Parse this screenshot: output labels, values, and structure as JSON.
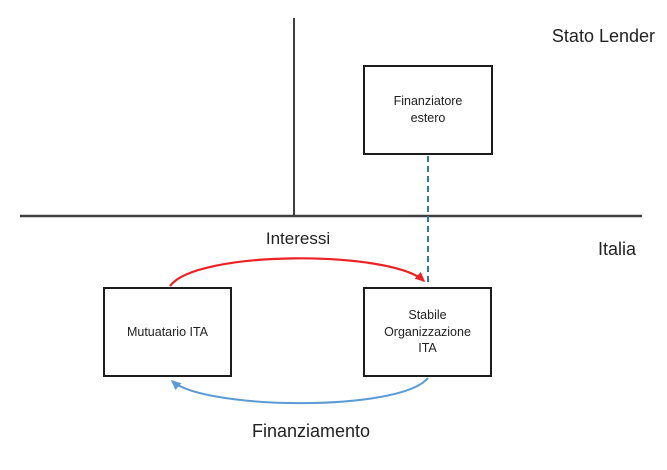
{
  "diagram": {
    "region_labels": {
      "above_border": "Stato Lender",
      "below_border": "Italia"
    },
    "entities": {
      "finanziatore_estero": {
        "lines": [
          "Finanziatore",
          "estero"
        ]
      },
      "mutuatario_ita": {
        "lines": [
          "Mutuatario ITA"
        ]
      },
      "stabile_organizzazione_ita": {
        "lines": [
          "Stabile",
          "Organizzazione",
          "ITA"
        ]
      }
    },
    "flow_labels": {
      "interessi": "Interessi",
      "finanziamento": "Finanziamento"
    },
    "connectors": {
      "dashed_link": "finanziatore-estero to stabile-organizzazione-ita",
      "interessi_arrow": "mutuatario-ita to stabile-organizzazione-ita",
      "finanziamento_arrow": "stabile-organizzazione-ita to mutuatario-ita"
    }
  },
  "colors": {
    "interessi_arrow": "#ed2024",
    "finanziamento_arrow": "#5b9bd5",
    "dashed_connector": "#31789c",
    "divider_line": "#3f3f3f",
    "box_border": "#1c1c1c",
    "text_color": "#222222"
  }
}
